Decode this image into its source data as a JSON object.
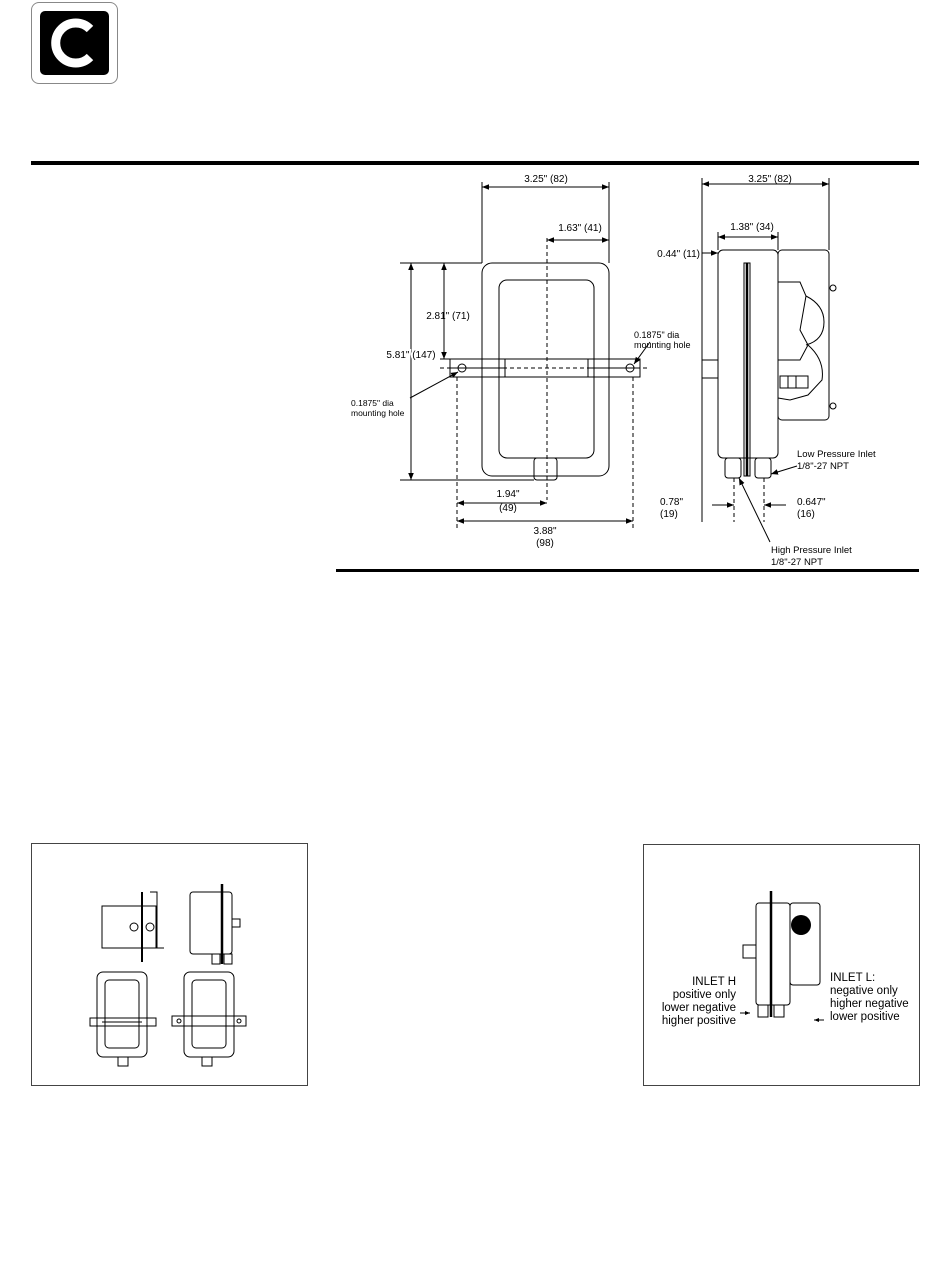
{
  "logo": {
    "letter": "C"
  },
  "dimensions": {
    "front_width": "3.25\" (82)",
    "front_center": "1.63\" (41)",
    "upper_height": "2.81\" (71)",
    "total_height": "5.81\" (147)",
    "mount_hole_left_1": "0.1875\" dia",
    "mount_hole_left_2": "mounting hole",
    "mount_hole_right_1": "0.1875\" dia",
    "mount_hole_right_2": "mounting hole",
    "half_span_1": "1.94\"",
    "half_span_2": "(49)",
    "hole_span_1": "3.88\"",
    "hole_span_2": "(98)",
    "side_width": "3.25\" (82)",
    "side_depth": "1.38\" (34)",
    "side_offset": "0.44\" (11)",
    "low_inlet_1": "Low Pressure Inlet",
    "low_inlet_2": "1/8\"-27 NPT",
    "high_inlet_1": "High Pressure Inlet",
    "high_inlet_2": "1/8\"-27 NPT",
    "port_left_1": "0.78\"",
    "port_left_2": "(19)",
    "port_right_1": "0.647\"",
    "port_right_2": "(16)"
  },
  "inlet_panel": {
    "h_title": "INLET H",
    "h_line1": "positive only",
    "h_line2": "lower negative",
    "h_line3": "higher positive",
    "l_title": "INLET L:",
    "l_line1": "negative only",
    "l_line2": "higher negative",
    "l_line3": "lower positive"
  }
}
